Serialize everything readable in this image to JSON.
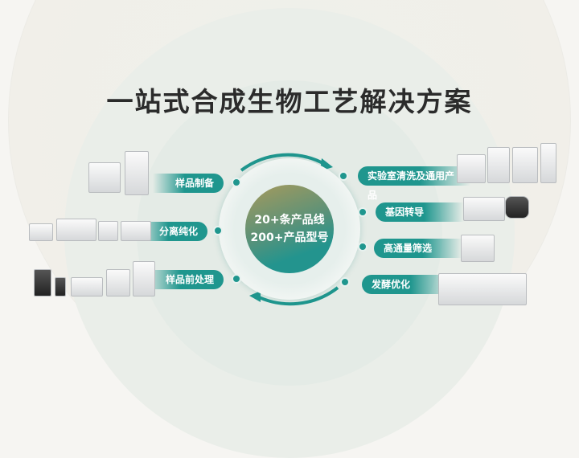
{
  "title": "一站式合成生物工艺解决方案",
  "center": {
    "line1": "20+条产品线",
    "line2": "200+产品型号"
  },
  "left_items": [
    {
      "label": "样品制备"
    },
    {
      "label": "分离纯化"
    },
    {
      "label": "样品前处理"
    }
  ],
  "right_items": [
    {
      "label": "实验室清洗及通用产品"
    },
    {
      "label": "基因转导"
    },
    {
      "label": "高通量筛选"
    },
    {
      "label": "发酵优化"
    }
  ],
  "colors": {
    "accent": "#1f968e",
    "title": "#2b2b2b"
  }
}
